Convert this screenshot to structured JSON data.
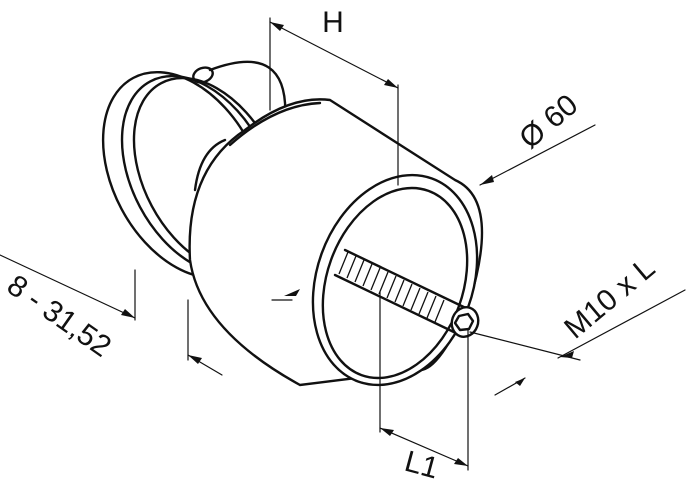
{
  "dimensions": {
    "height_label": "H",
    "diameter_label": "Ø 60",
    "clamp_range_label": "8 - 31,52",
    "thread_label": "M10 x L",
    "thread_length_label": "L1"
  },
  "colors": {
    "line": "#111111",
    "background": "#ffffff"
  }
}
